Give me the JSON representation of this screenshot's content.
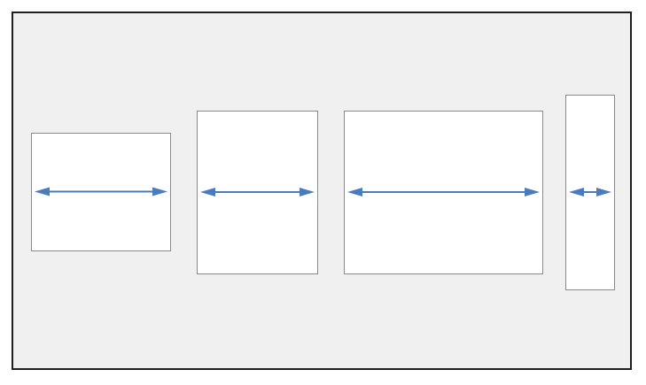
{
  "diagram": {
    "colors": {
      "canvas": "#f0f0f0",
      "frame_border": "#1f1f1f",
      "panel_fill": "#ffffff",
      "panel_border": "#8a8a8a",
      "arrow": "#4a7bbd"
    },
    "panels": [
      {
        "id": "p1",
        "arrow": "double-headed-horizontal"
      },
      {
        "id": "p2",
        "arrow": "double-headed-horizontal"
      },
      {
        "id": "p3",
        "arrow": "double-headed-horizontal"
      },
      {
        "id": "p4",
        "arrow": "double-headed-horizontal"
      }
    ]
  }
}
